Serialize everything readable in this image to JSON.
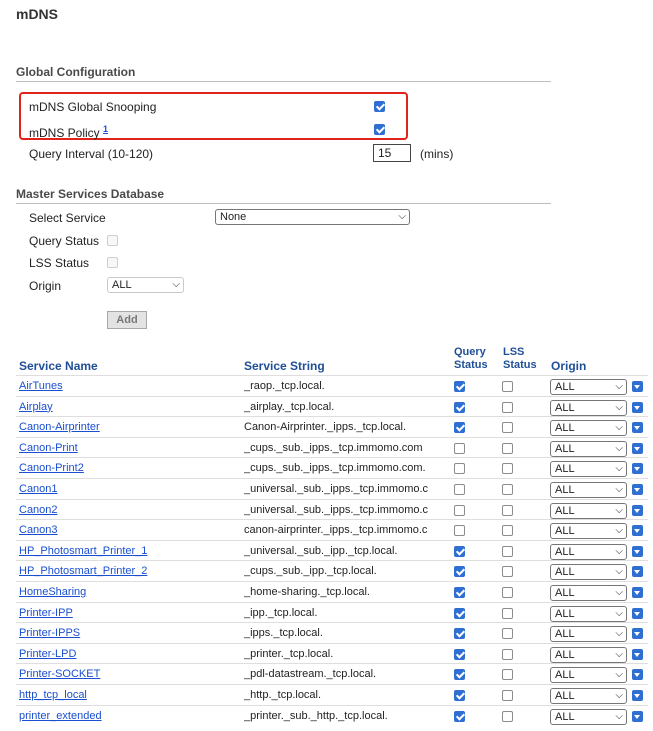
{
  "page_title": "mDNS",
  "global": {
    "title": "Global Configuration",
    "snooping": {
      "label": "mDNS Global Snooping",
      "checked": true
    },
    "policy": {
      "label": "mDNS Policy",
      "footnote": "1",
      "checked": true
    },
    "query_interval": {
      "label": "Query Interval (10-120)",
      "value": "15",
      "unit": "(mins)"
    }
  },
  "master": {
    "title": "Master Services Database",
    "select_service": {
      "label": "Select Service",
      "value": "None"
    },
    "query_status": {
      "label": "Query Status"
    },
    "lss_status": {
      "label": "LSS Status"
    },
    "origin": {
      "label": "Origin",
      "value": "ALL"
    },
    "add_label": "Add"
  },
  "table": {
    "headers": {
      "name": "Service Name",
      "string": "Service String",
      "query_1": "Query",
      "query_2": "Status",
      "lss_1": "LSS",
      "lss_2": "Status",
      "origin": "Origin"
    },
    "rows": [
      {
        "name": "AirTunes",
        "string": "_raop._tcp.local.",
        "query": true,
        "lss": false,
        "origin": "ALL"
      },
      {
        "name": "Airplay",
        "string": "_airplay._tcp.local.",
        "query": true,
        "lss": false,
        "origin": "ALL"
      },
      {
        "name": "Canon-Airprinter",
        "string": "Canon-Airprinter._ipps._tcp.local.",
        "query": true,
        "lss": false,
        "origin": "ALL"
      },
      {
        "name": "Canon-Print",
        "string": "_cups._sub._ipps._tcp.immomo.com",
        "query": false,
        "lss": false,
        "origin": "ALL"
      },
      {
        "name": "Canon-Print2",
        "string": "_cups._sub._ipps._tcp.immomo.com.",
        "query": false,
        "lss": false,
        "origin": "ALL"
      },
      {
        "name": "Canon1",
        "string": "_universal._sub._ipps._tcp.immomo.c",
        "query": false,
        "lss": false,
        "origin": "ALL"
      },
      {
        "name": "Canon2",
        "string": "_universal._sub._ipps._tcp.immomo.c",
        "query": false,
        "lss": false,
        "origin": "ALL"
      },
      {
        "name": "Canon3",
        "string": "canon-airprinter._ipps._tcp.immomo.c",
        "query": false,
        "lss": false,
        "origin": "ALL"
      },
      {
        "name": "HP_Photosmart_Printer_1",
        "string": "_universal._sub._ipp._tcp.local.",
        "query": true,
        "lss": false,
        "origin": "ALL"
      },
      {
        "name": "HP_Photosmart_Printer_2",
        "string": "_cups._sub._ipp._tcp.local.",
        "query": true,
        "lss": false,
        "origin": "ALL"
      },
      {
        "name": "HomeSharing",
        "string": "_home-sharing._tcp.local.",
        "query": true,
        "lss": false,
        "origin": "ALL"
      },
      {
        "name": "Printer-IPP",
        "string": "_ipp._tcp.local.",
        "query": true,
        "lss": false,
        "origin": "ALL"
      },
      {
        "name": "Printer-IPPS",
        "string": "_ipps._tcp.local.",
        "query": true,
        "lss": false,
        "origin": "ALL"
      },
      {
        "name": "Printer-LPD",
        "string": "_printer._tcp.local.",
        "query": true,
        "lss": false,
        "origin": "ALL"
      },
      {
        "name": "Printer-SOCKET",
        "string": "_pdl-datastream._tcp.local.",
        "query": true,
        "lss": false,
        "origin": "ALL"
      },
      {
        "name": "http_tcp_local",
        "string": "_http._tcp.local.",
        "query": true,
        "lss": false,
        "origin": "ALL"
      },
      {
        "name": "printer_extended",
        "string": "_printer._sub._http._tcp.local.",
        "query": true,
        "lss": false,
        "origin": "ALL"
      }
    ]
  }
}
